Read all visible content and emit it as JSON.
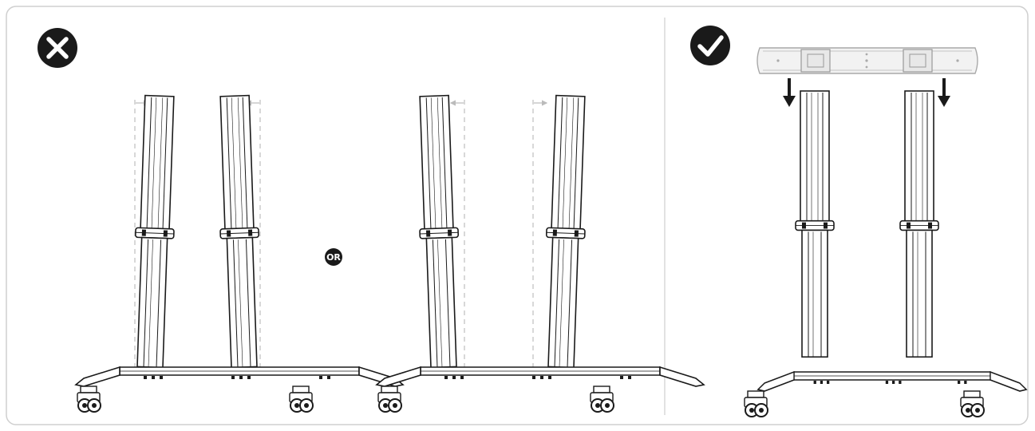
{
  "panels": {
    "incorrect": {
      "icon": "cross-circle-icon",
      "examples": [
        "posts-tilted-inward",
        "posts-tilted-outward"
      ]
    },
    "correct": {
      "icon": "check-circle-icon",
      "example": "posts-parallel-with-crossbar-lowered"
    }
  },
  "separator_label": "OR",
  "colors": {
    "ink": "#1a1a1a",
    "guide": "#c8c8c8",
    "frame": "#cfcfcf",
    "crossbar_fill": "#f2f2f2"
  }
}
